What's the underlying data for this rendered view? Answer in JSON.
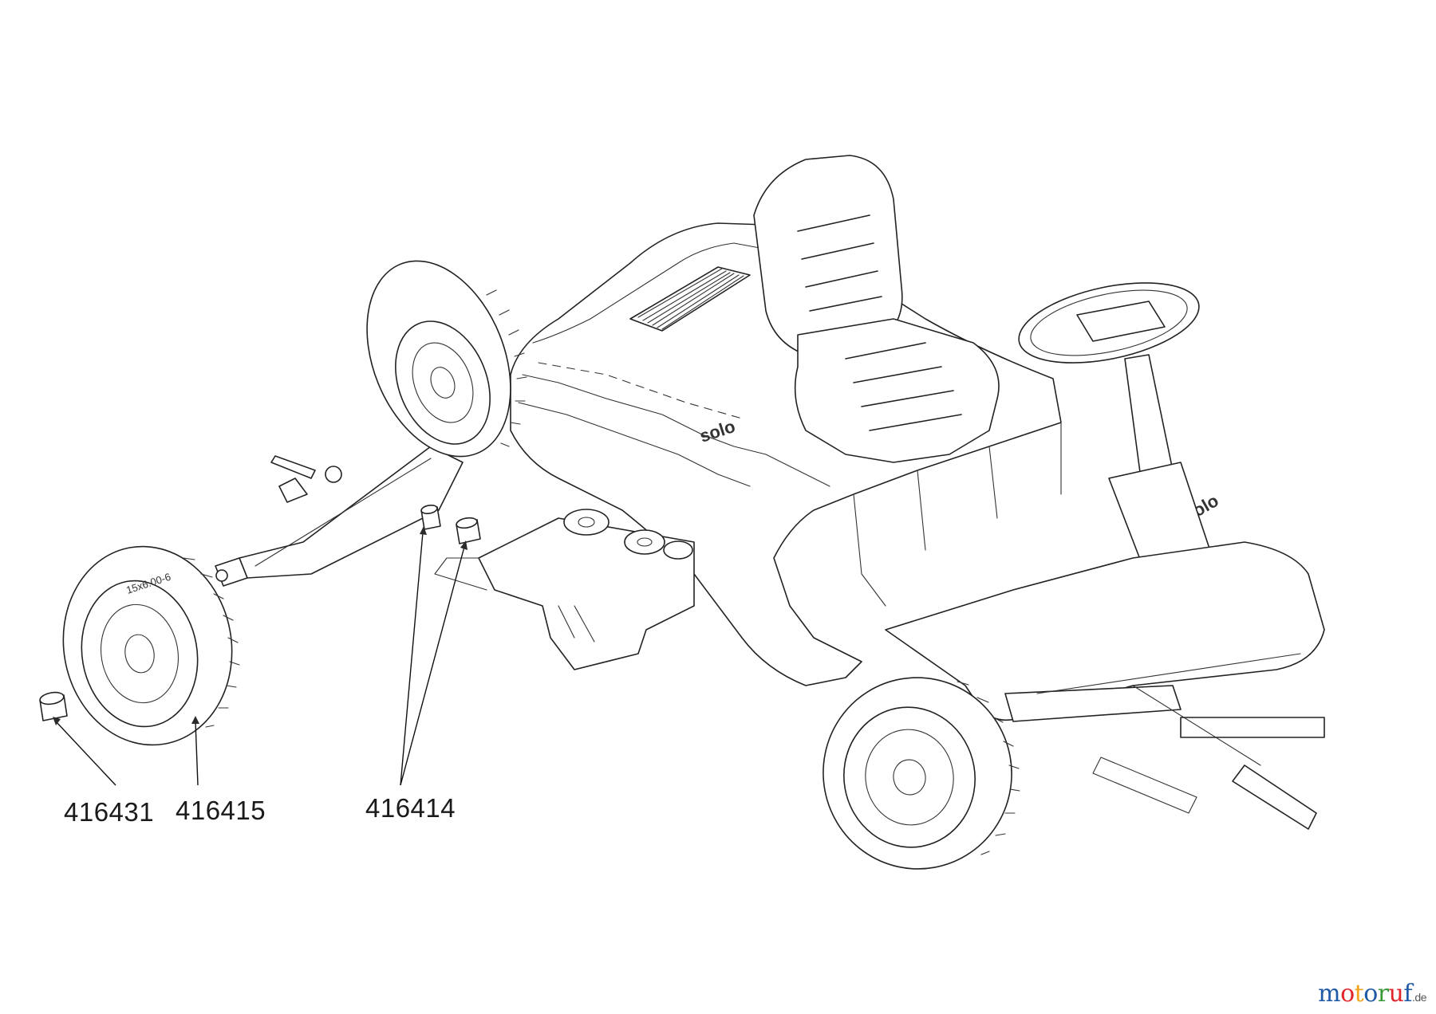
{
  "parts": [
    {
      "number": "416431"
    },
    {
      "number": "416415"
    },
    {
      "number": "416414"
    }
  ],
  "watermark": {
    "letters": [
      "m",
      "o",
      "t",
      "o",
      "r",
      "u",
      "f"
    ],
    "colors": [
      "#1f5aa6",
      "#e0262b",
      "#f2a31b",
      "#1f5aa6",
      "#3a9a3a",
      "#e0262b",
      "#1f5aa6"
    ],
    "suffix": ".de"
  },
  "icons": [
    "wheel-icon",
    "bushing-icon",
    "seat-icon",
    "steering-wheel-icon"
  ]
}
